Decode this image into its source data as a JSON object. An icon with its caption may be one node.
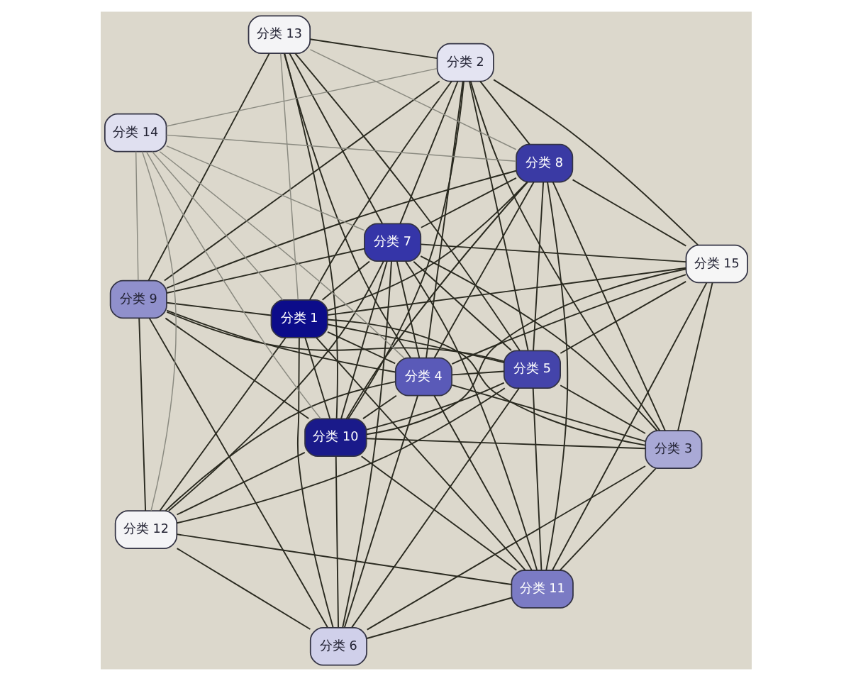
{
  "diagram": {
    "nodes": [
      {
        "text": [
          "分类 11"
        ]
      },
      {
        "text": [
          "分类 3"
        ]
      },
      {
        "text": [
          "分类 12"
        ]
      },
      {
        "text": [
          "分类 15"
        ]
      },
      {
        "text": [
          "分类 6"
        ]
      },
      {
        "text": [
          "分类 5"
        ]
      },
      {
        "text": [
          "分类 1"
        ]
      },
      {
        "text": [
          "分类 8"
        ]
      },
      {
        "text": [
          "分类 7"
        ]
      },
      {
        "text": [
          "分类 10"
        ]
      },
      {
        "text": [
          "分类 4"
        ]
      },
      {
        "text": [
          "分类 9"
        ]
      },
      {
        "text": [
          "分类 2"
        ]
      },
      {
        "text": [
          "分类 13"
        ]
      },
      {
        "text": [
          "分类 14"
        ]
      }
    ],
    "edges": [
      {
        "from": 0,
        "to": 1,
        "arrow": "none"
      },
      {
        "from": 0,
        "to": 2,
        "arrow": "none"
      },
      {
        "from": 0,
        "to": 3,
        "arrow": "none"
      },
      {
        "from": 0,
        "to": 4,
        "arrow": "none"
      },
      {
        "from": 0,
        "to": 5,
        "arrow": "none"
      },
      {
        "from": 0,
        "to": 6,
        "arrow": "none"
      },
      {
        "from": 0,
        "to": 7,
        "arrow": "none"
      },
      {
        "from": 0,
        "to": 8,
        "arrow": "none"
      },
      {
        "from": 0,
        "to": 9,
        "arrow": "none"
      },
      {
        "from": 0,
        "to": 10,
        "arrow": "none"
      },
      {
        "from": 1,
        "to": 3,
        "arrow": "none"
      },
      {
        "from": 1,
        "to": 4,
        "arrow": "none"
      },
      {
        "from": 1,
        "to": 5,
        "arrow": "none"
      },
      {
        "from": 1,
        "to": 6,
        "arrow": "none"
      },
      {
        "from": 1,
        "to": 7,
        "arrow": "none"
      },
      {
        "from": 1,
        "to": 8,
        "arrow": "none"
      },
      {
        "from": 1,
        "to": 9,
        "arrow": "none"
      },
      {
        "from": 1,
        "to": 10,
        "arrow": "none"
      },
      {
        "from": 1,
        "to": 12,
        "arrow": "none"
      },
      {
        "from": 2,
        "to": 4,
        "arrow": "none"
      },
      {
        "from": 2,
        "to": 5,
        "arrow": "none"
      },
      {
        "from": 2,
        "to": 6,
        "arrow": "none"
      },
      {
        "from": 2,
        "to": 8,
        "arrow": "none"
      },
      {
        "from": 2,
        "to": 9,
        "arrow": "none"
      },
      {
        "from": 2,
        "to": 10,
        "arrow": "none"
      },
      {
        "from": 2,
        "to": 11,
        "arrow": "none"
      },
      {
        "from": 3,
        "to": 5,
        "arrow": "none"
      },
      {
        "from": 3,
        "to": 6,
        "arrow": "none"
      },
      {
        "from": 3,
        "to": 7,
        "arrow": "none"
      },
      {
        "from": 3,
        "to": 8,
        "arrow": "none"
      },
      {
        "from": 3,
        "to": 9,
        "arrow": "none"
      },
      {
        "from": 3,
        "to": 10,
        "arrow": "none"
      },
      {
        "from": 3,
        "to": 12,
        "arrow": "none"
      },
      {
        "from": 4,
        "to": 5,
        "arrow": "none"
      },
      {
        "from": 4,
        "to": 6,
        "arrow": "none"
      },
      {
        "from": 4,
        "to": 8,
        "arrow": "none"
      },
      {
        "from": 4,
        "to": 9,
        "arrow": "none"
      },
      {
        "from": 4,
        "to": 10,
        "arrow": "none"
      },
      {
        "from": 4,
        "to": 11,
        "arrow": "none"
      },
      {
        "from": 5,
        "to": 6,
        "arrow": "none"
      },
      {
        "from": 5,
        "to": 7,
        "arrow": "none"
      },
      {
        "from": 5,
        "to": 8,
        "arrow": "none"
      },
      {
        "from": 5,
        "to": 9,
        "arrow": "none"
      },
      {
        "from": 5,
        "to": 10,
        "arrow": "none"
      },
      {
        "from": 5,
        "to": 11,
        "arrow": "none"
      },
      {
        "from": 5,
        "to": 12,
        "arrow": "none"
      },
      {
        "from": 6,
        "to": 7,
        "arrow": "none"
      },
      {
        "from": 6,
        "to": 8,
        "arrow": "none"
      },
      {
        "from": 6,
        "to": 9,
        "arrow": "none"
      },
      {
        "from": 6,
        "to": 10,
        "arrow": "none"
      },
      {
        "from": 6,
        "to": 11,
        "arrow": "none"
      },
      {
        "from": 6,
        "to": 12,
        "arrow": "none"
      },
      {
        "from": 7,
        "to": 8,
        "arrow": "none"
      },
      {
        "from": 7,
        "to": 9,
        "arrow": "none"
      },
      {
        "from": 7,
        "to": 10,
        "arrow": "none"
      },
      {
        "from": 7,
        "to": 11,
        "arrow": "none"
      },
      {
        "from": 7,
        "to": 12,
        "arrow": "none"
      },
      {
        "from": 8,
        "to": 9,
        "arrow": "none"
      },
      {
        "from": 8,
        "to": 10,
        "arrow": "none"
      },
      {
        "from": 8,
        "to": 11,
        "arrow": "none"
      },
      {
        "from": 8,
        "to": 12,
        "arrow": "none"
      },
      {
        "from": 9,
        "to": 10,
        "arrow": "none"
      },
      {
        "from": 9,
        "to": 11,
        "arrow": "none"
      },
      {
        "from": 9,
        "to": 12,
        "arrow": "none"
      },
      {
        "from": 10,
        "to": 11,
        "arrow": "none"
      },
      {
        "from": 10,
        "to": 12,
        "arrow": "none"
      },
      {
        "from": 11,
        "to": 12,
        "arrow": "none"
      },
      {
        "from": 13,
        "to": 12,
        "arrow": "none"
      },
      {
        "from": 13,
        "to": 11,
        "arrow": "none"
      },
      {
        "from": 13,
        "to": 9,
        "arrow": "none"
      },
      {
        "from": 13,
        "to": 8,
        "arrow": "none"
      },
      {
        "from": 13,
        "to": 7,
        "arrow": "none",
        "color": "#8a8a80"
      },
      {
        "from": 13,
        "to": 5,
        "arrow": "none"
      },
      {
        "from": 13,
        "to": 10,
        "arrow": "none"
      },
      {
        "from": 13,
        "to": 6,
        "arrow": "none",
        "color": "#8a8a80"
      },
      {
        "from": 14,
        "to": 10,
        "arrow": "none",
        "color": "#8a8a80"
      },
      {
        "from": 14,
        "to": 6,
        "arrow": "none",
        "color": "#8a8a80"
      },
      {
        "from": 14,
        "to": 11,
        "arrow": "none",
        "color": "#8a8a80"
      },
      {
        "from": 14,
        "to": 8,
        "arrow": "none",
        "color": "#8a8a80"
      },
      {
        "from": 14,
        "to": 9,
        "arrow": "none",
        "color": "#8a8a80"
      },
      {
        "from": 14,
        "to": 12,
        "arrow": "none",
        "color": "#8a8a80"
      },
      {
        "from": 14,
        "to": 7,
        "arrow": "none",
        "color": "#8a8a80"
      },
      {
        "from": 14,
        "to": 2,
        "arrow": "none",
        "color": "#8a8a80"
      }
    ]
  }
}
